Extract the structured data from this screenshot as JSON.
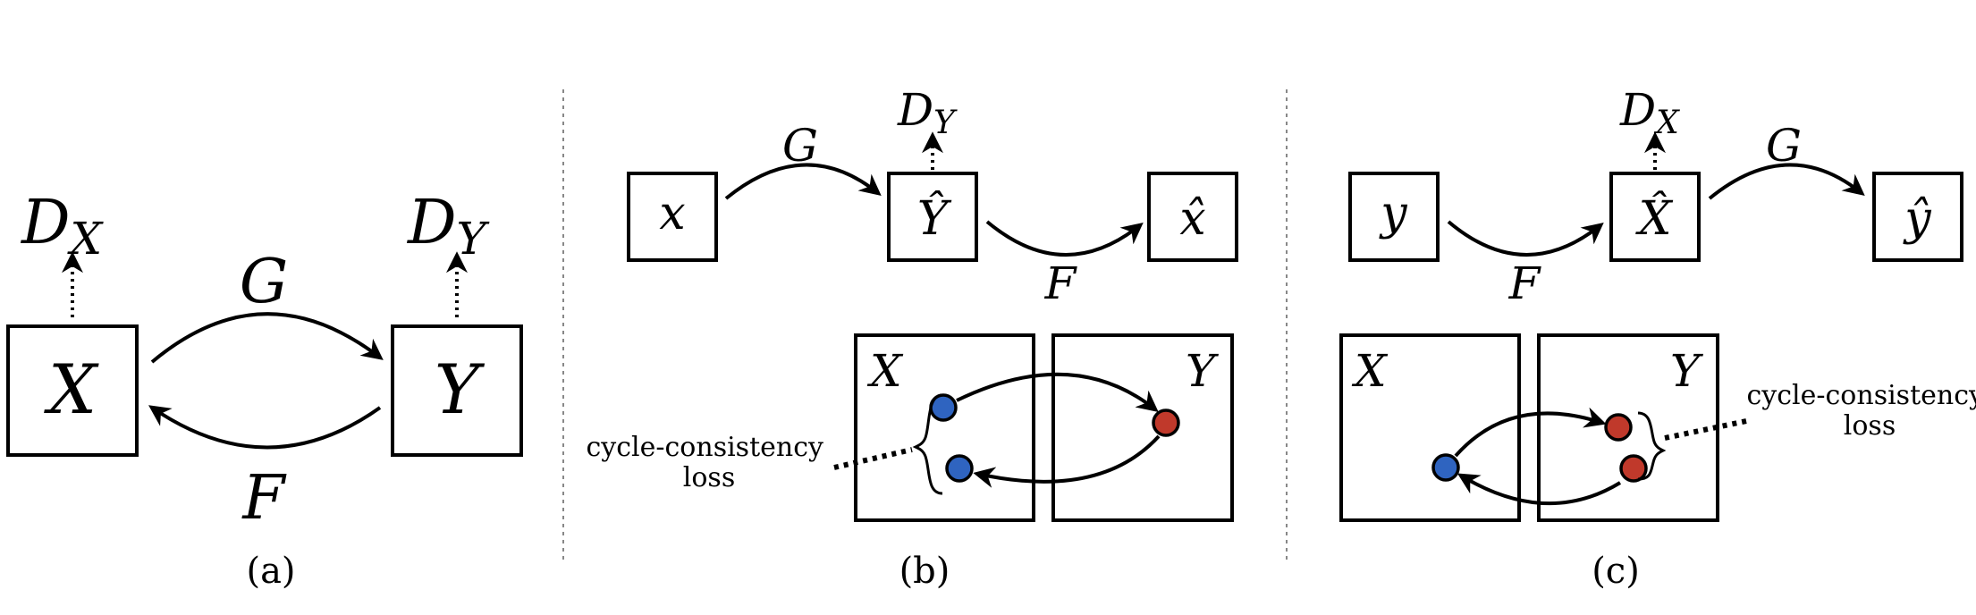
{
  "panel_a": {
    "node_x": "X",
    "node_y": "Y",
    "disc_x_base": "D",
    "disc_x_sub": "X",
    "disc_y_base": "D",
    "disc_y_sub": "Y",
    "map_g": "G",
    "map_f": "F",
    "caption": "(a)"
  },
  "panel_b": {
    "input": "x",
    "mid": "Ŷ",
    "output": "x̂",
    "map_g": "G",
    "map_f": "F",
    "disc_base": "D",
    "disc_sub": "Y",
    "domain_x": "X",
    "domain_y": "Y",
    "loss_line1": "cycle-consistency",
    "loss_line2": "loss",
    "caption": "(b)"
  },
  "panel_c": {
    "input": "y",
    "mid": "X̂",
    "output": "ŷ",
    "map_f": "F",
    "map_g": "G",
    "disc_base": "D",
    "disc_sub": "X",
    "domain_x": "X",
    "domain_y": "Y",
    "loss_line1": "cycle-consistency",
    "loss_line2": "loss",
    "caption": "(c)"
  },
  "colors": {
    "blue_point": "#2f64c0",
    "red_point": "#c0392b"
  }
}
